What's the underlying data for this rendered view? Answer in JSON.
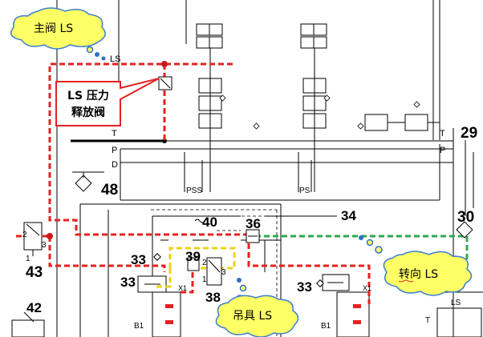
{
  "callouts": {
    "main_valve_ls": "主阀 LS",
    "ls_relief_line1": "LS 压力",
    "ls_relief_line2": "释放阀",
    "steering_ls": "转向 LS",
    "spreader_ls": "吊具 LS"
  },
  "component_numbers": {
    "n29": "29",
    "n48": "48",
    "n40": "40",
    "n36": "36",
    "n34": "34",
    "n30": "30",
    "n43": "43",
    "n33a": "33",
    "n39": "39",
    "n38": "38",
    "n33b": "33",
    "n33c": "33",
    "n42": "42"
  },
  "port_labels": {
    "ls_top": "LS",
    "t_left": "T",
    "p_left": "P",
    "d_left": "D",
    "pss": "PSS",
    "ps": "PS",
    "t_right": "T",
    "p_right": "P",
    "ls_right": "LS",
    "x1_left": "X1",
    "x1_right": "X1",
    "b1_left": "B1",
    "b1_right": "B1",
    "p2_left": "2",
    "p3_left": "3",
    "p1_left": "1",
    "p2_39": "2",
    "p3_39": "3",
    "p1_39": "1",
    "t_bottom_right": "T"
  },
  "colors": {
    "ls_main_line": "#e32222",
    "steering_line": "#2fa84f",
    "spreader_box": "#ecd219",
    "callout_fill": "#ffff66",
    "callout_border": "#3a7ecf",
    "bubble_fill": "#2f70c8"
  }
}
